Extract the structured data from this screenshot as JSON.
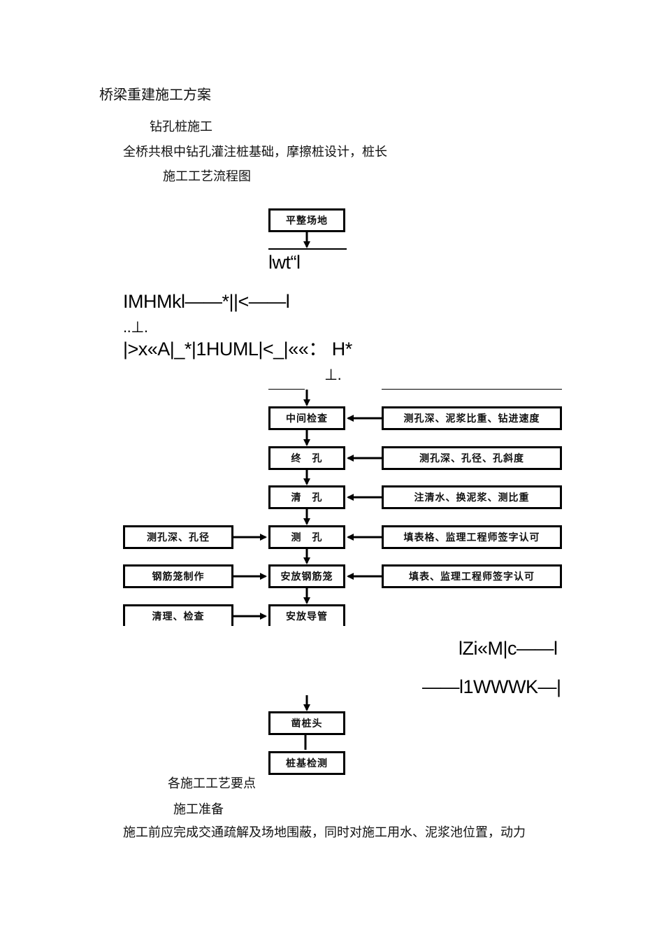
{
  "doc": {
    "title": "桥梁重建施工方案",
    "section1": "钻孔桩施工",
    "intro": "全桥共根中钻孔灌注桩基础，摩擦桩设计，桩长",
    "flow_title": "施工工艺流程图",
    "section2": "各施工工艺要点",
    "section3": "施工准备",
    "para": "施工前应完成交通疏解及场地围蔽，同时对施工用水、泥浆池位置，动力"
  },
  "ocr_fragments": {
    "f1": "lwt“l",
    "f2": "IMHMkl——*||<——l",
    "f3": "..⊥.",
    "f4": "|>x«A|_*|1HUML|<_|««： H*",
    "f5": "⊥.",
    "f6": "lZi«M|c——l",
    "f7": "——l1WWWK—|"
  },
  "flow": {
    "top": "平整场地",
    "middle_check": "中间检查",
    "final_hole": "终　孔",
    "clean_hole": "清　孔",
    "measure_hole": "测　孔",
    "install_cage": "安放钢筋笼",
    "install_pipe": "安放导管",
    "pile_head": "凿桩头",
    "pile_test": "桩基检测",
    "right_1": "测孔深、泥浆比重、钻进速度",
    "right_2": "测孔深、孔径、孔斜度",
    "right_3": "注清水、换泥浆、测比重",
    "right_4": "填表格、监理工程师签字认可",
    "right_5": "填表、监理工程师签字认可",
    "left_1": "测孔深、孔径",
    "left_2": "钢筋笼制作",
    "left_3": "清理、检查"
  }
}
